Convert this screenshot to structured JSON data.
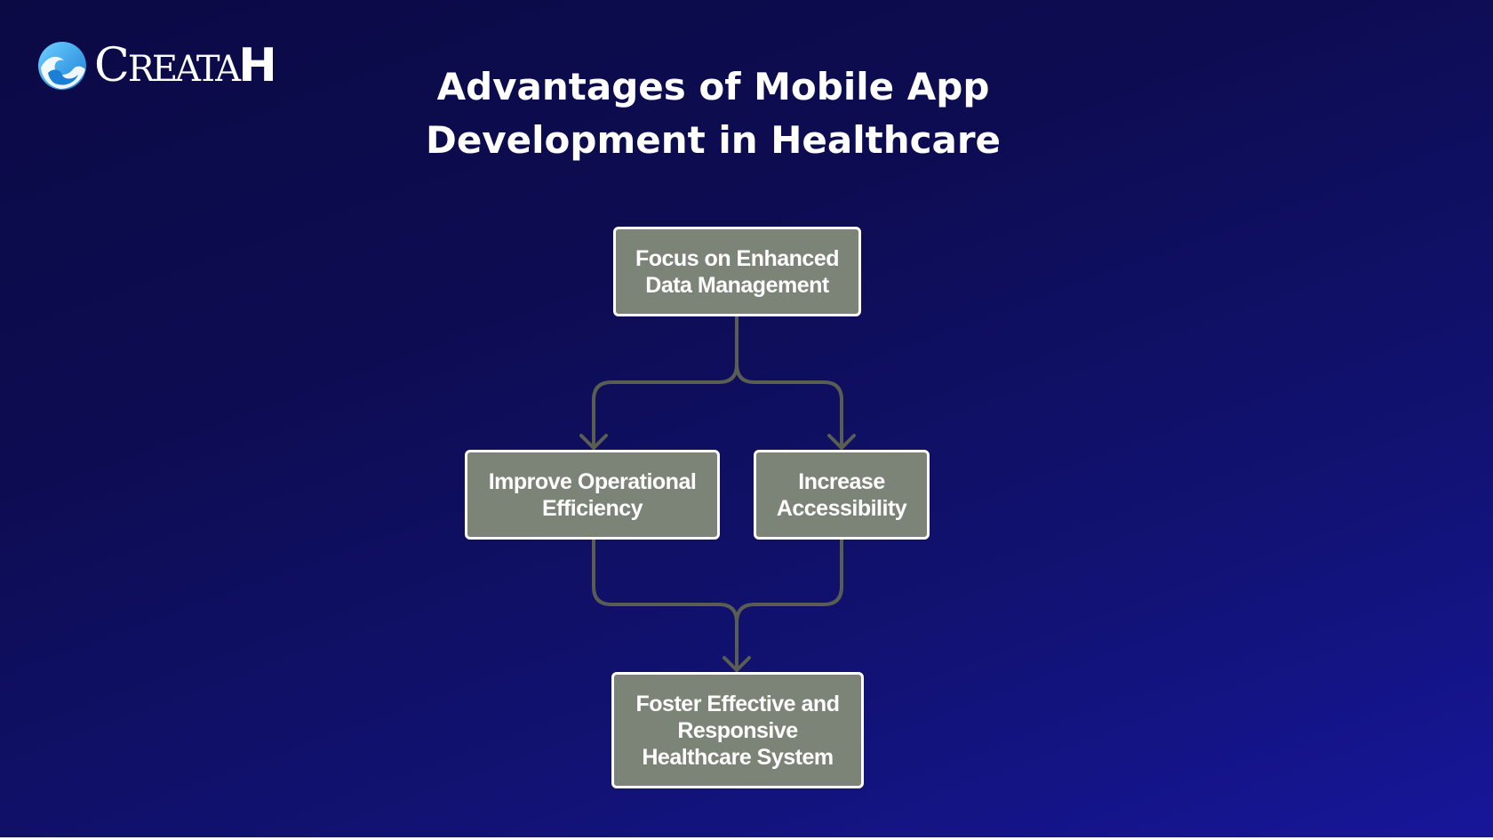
{
  "logo": {
    "icon": "wave-globe-icon",
    "text_c": "C",
    "text_reata": "REATA",
    "text_h": "H"
  },
  "title": {
    "line1": "Advantages of Mobile App",
    "line2": "Development in Healthcare"
  },
  "diagram": {
    "nodes": {
      "top": {
        "line1": "Focus on Enhanced",
        "line2": "Data Management"
      },
      "left": {
        "line1": "Improve Operational",
        "line2": "Efficiency"
      },
      "right": {
        "line1": "Increase",
        "line2": "Accessibility"
      },
      "bottom": {
        "line1": "Foster Effective and",
        "line2": "Responsive",
        "line3": "Healthcare System"
      }
    },
    "edges": [
      {
        "from": "top",
        "to": "left"
      },
      {
        "from": "top",
        "to": "right"
      },
      {
        "from": "left",
        "to": "bottom"
      },
      {
        "from": "right",
        "to": "bottom"
      }
    ]
  },
  "colors": {
    "background_dark": "#0b0a45",
    "background_light": "#17169a",
    "node_fill": "#7c8477",
    "node_border": "#ffffff",
    "connector": "#5a5e52",
    "text": "#ffffff"
  }
}
